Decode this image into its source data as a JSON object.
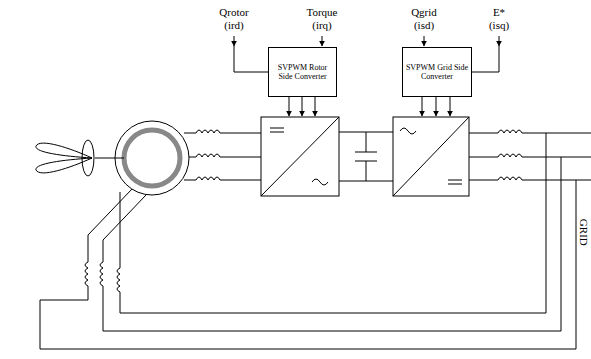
{
  "diagram": {
    "nodes": [
      {
        "text": [
          "SVPWM Rotor Side Converter"
        ]
      },
      {
        "text": [
          "SVPWM Grid Side Converter"
        ]
      }
    ],
    "labels": [
      "Qrotor (ird)",
      "Torque (irq)",
      "Qgrid (isd)",
      "E* (isq)",
      "GRID"
    ]
  }
}
